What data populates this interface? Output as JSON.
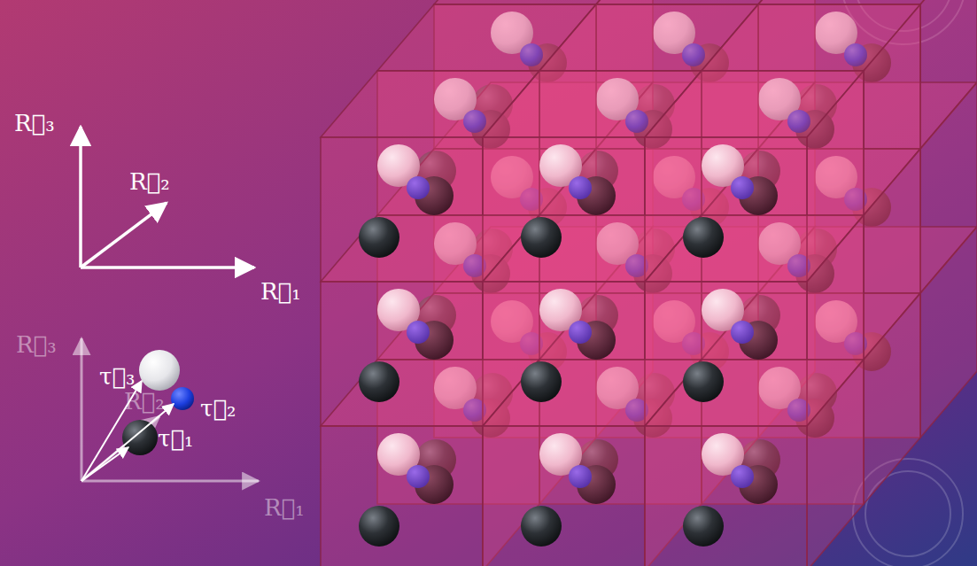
{
  "diagram": {
    "labels": [
      "R⃗₃",
      "R⃗₂",
      "R⃗₁",
      "R⃗₃",
      "R⃗₂",
      "R⃗₁",
      "τ⃗₃",
      "τ⃗₂",
      "τ⃗₁"
    ]
  }
}
